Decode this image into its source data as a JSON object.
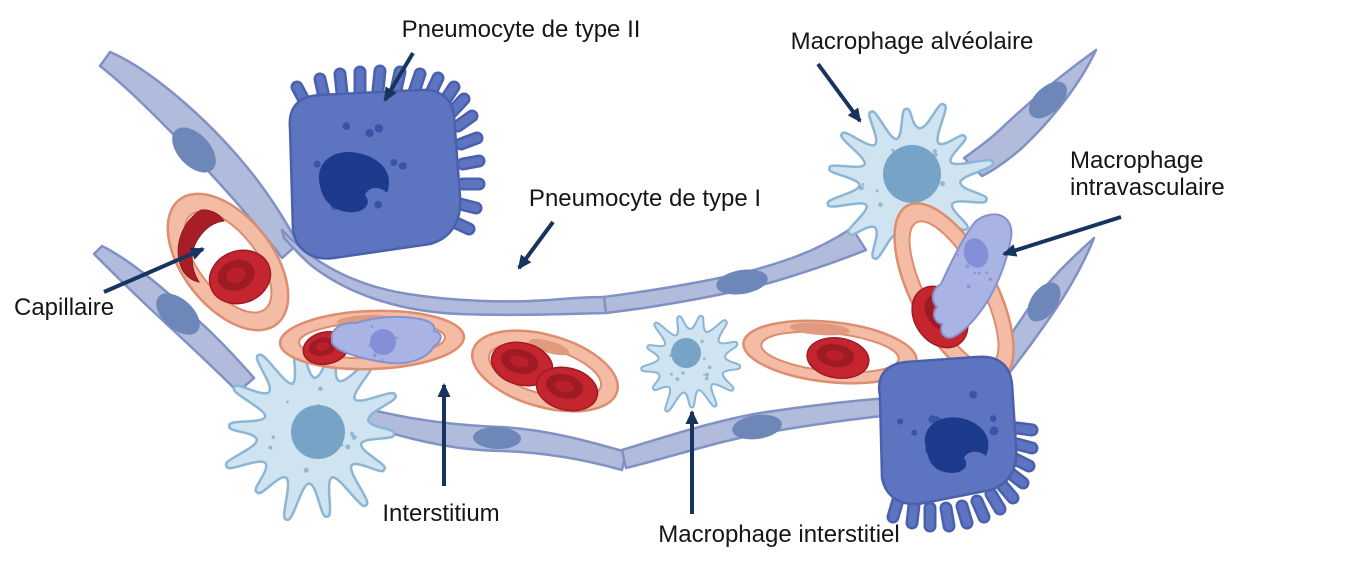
{
  "diagram": {
    "subject": "alveolus-wall-cell-diagram",
    "labels": {
      "pneumocyte_type_2": "Pneumocyte de type II",
      "macrophage_alveolaire": "Macrophage alvéolaire",
      "pneumocyte_type_1": "Pneumocyte de type I",
      "macrophage_intravasculaire": "Macrophage\nintravasculaire",
      "capillaire": "Capillaire",
      "interstitium": "Interstitium",
      "macrophage_interstitiel": "Macrophage interstitiel"
    }
  },
  "palette": {
    "background": "#ffffff",
    "label_color": "#161616",
    "arrow_color": "#17345f",
    "pneumocyte1_fill": "#b1bbdc",
    "pneumocyte1_stroke": "#8191c4",
    "pneumocyte1_nucleus": "#6d87b8",
    "pneumocyte2_fill": "#5d75c1",
    "pneumocyte2_stroke": "#4a60ac",
    "pneumocyte2_nucleus": "#1d3b8d",
    "pneumocyte2_dots": "#3a53a8",
    "macrophage_fill": "#cfe4f0",
    "macrophage_stroke": "#8cb6d5",
    "macrophage_nucleus": "#76a3c6",
    "macrophage_dots": "#6d9cc0",
    "intravasc_fill": "#a9b4e4",
    "intravasc_stroke": "#8691cf",
    "intravasc_nucleus": "#848fd8",
    "capillary_fill": "#f4bca4",
    "capillary_stroke": "#dd8d70",
    "capillary_smear": "#e09a7d",
    "rbc_fill": "#c5252e",
    "rbc_dark": "#9e1b24",
    "rbc_core": "#b92029"
  }
}
